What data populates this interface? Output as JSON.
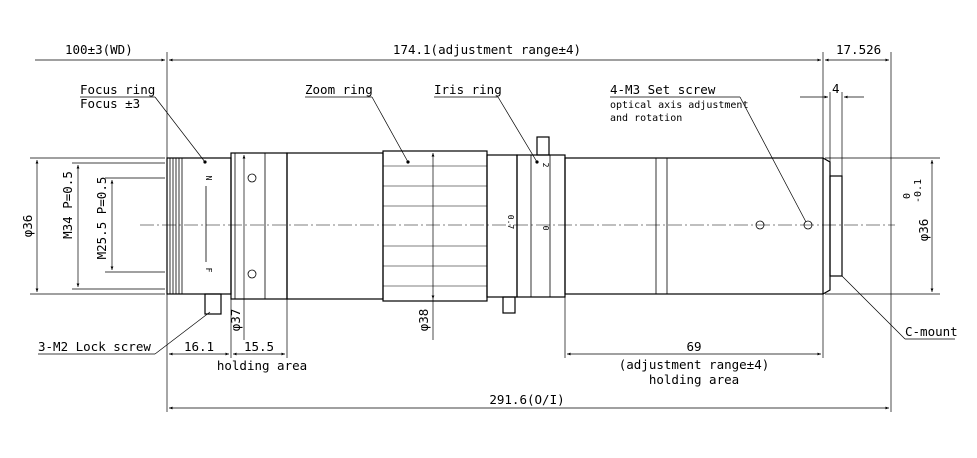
{
  "dimensions": {
    "wd": "100±3(WD)",
    "top_length": "174.1(adjustment range±4)",
    "right_top": "17.526",
    "screw_offset": "4",
    "overall": "291.6(O/I)",
    "lock_offset": "16.1",
    "holding_width": "15.5",
    "holding_label": "holding area",
    "rear_length": "69",
    "rear_range": "(adjustment range±4)",
    "rear_holding": "holding area",
    "dia_front": "φ36",
    "dia_holding": "φ37",
    "dia_zoom": "φ38",
    "dia_rear": "φ36",
    "dia_rear_tol": "0",
    "dia_rear_tol_low": "-0.1",
    "thread_outer": "M34 P=0.5",
    "thread_inner": "M25.5 P=0.5"
  },
  "labels": {
    "focus_ring": "Focus ring",
    "focus_value": "Focus ±3",
    "zoom_ring": "Zoom ring",
    "iris_ring": "Iris ring",
    "set_screw": "4-M3 Set screw",
    "set_screw_note_1": "optical axis adjustment",
    "set_screw_note_2": "and rotation",
    "lock_screw": "3-M2 Lock screw",
    "c_mount": "C-mount"
  },
  "scale_marks": {
    "focus_top": "N",
    "focus_bottom": "F",
    "iris_a": "0.7",
    "iris_b": "0",
    "iris_c": "2"
  }
}
